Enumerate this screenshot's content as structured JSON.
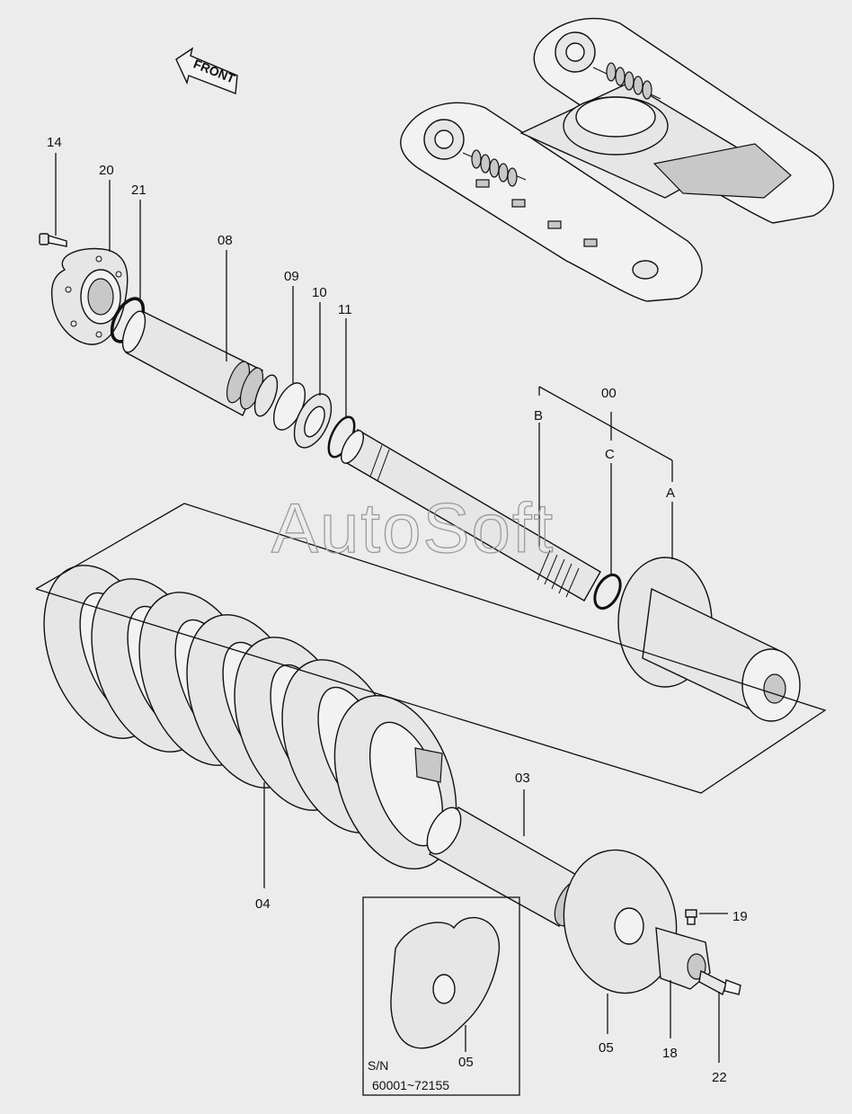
{
  "diagram": {
    "front_label": "FRONT",
    "watermark": "AutoSoft",
    "part_labels": {
      "p14": "14",
      "p20": "20",
      "p21": "21",
      "p08": "08",
      "p09": "09",
      "p10": "10",
      "p11": "11",
      "p00": "00",
      "pB": "B",
      "pC": "C",
      "pA": "A",
      "p03": "03",
      "p04": "04",
      "p19": "19",
      "p05_inset": "05",
      "p05": "05",
      "p18": "18",
      "p22": "22"
    },
    "inset": {
      "sn_label": "S/N",
      "serial_range": "60001~72155"
    }
  }
}
